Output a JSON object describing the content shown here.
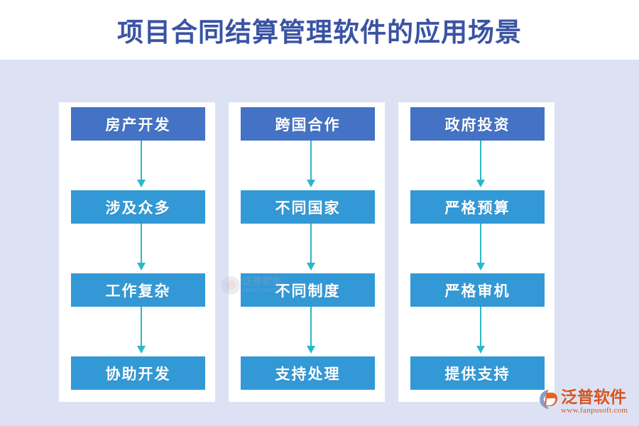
{
  "page": {
    "title": "项目合同结算管理软件的应用场景",
    "background_color": "#dce2f3",
    "title_band_color": "#ffffff",
    "title_text_color": "#3a53a4"
  },
  "colors": {
    "node_head": "#4472c4",
    "node_body": "#3399d6",
    "arrow": "#2bb8c8",
    "panel": "#ffffff",
    "brand": "#d9531e"
  },
  "columns": [
    {
      "name": "column-1",
      "nodes": [
        {
          "label": "房产开发"
        },
        {
          "label": "涉及众多"
        },
        {
          "label": "工作复杂"
        },
        {
          "label": "协助开发"
        }
      ]
    },
    {
      "name": "column-2",
      "nodes": [
        {
          "label": "跨国合作"
        },
        {
          "label": "不同国家"
        },
        {
          "label": "不同制度"
        },
        {
          "label": "支持处理"
        }
      ]
    },
    {
      "name": "column-3",
      "nodes": [
        {
          "label": "政府投资"
        },
        {
          "label": "严格预算"
        },
        {
          "label": "严格审机"
        },
        {
          "label": "提供支持"
        }
      ]
    }
  ],
  "watermark": {
    "cn": "泛普软件",
    "en": "FANPU SOFTWARE"
  },
  "brand": {
    "cn": "泛普软件",
    "url": "www.fanpusoft.com"
  }
}
